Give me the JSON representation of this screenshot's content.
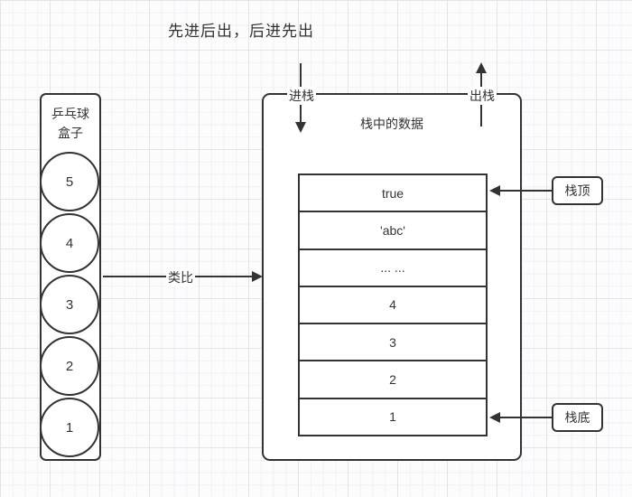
{
  "title": "先进后出，后进先出",
  "left_box": {
    "label_line1": "乒乓球",
    "label_line2": "盒子",
    "balls": [
      "5",
      "4",
      "3",
      "2",
      "1"
    ]
  },
  "analogy_arrow": {
    "label": "类比"
  },
  "stack_box": {
    "title": "栈中的数据",
    "push_label": "进栈",
    "pop_label": "出栈",
    "rows": [
      "true",
      "'abc'",
      "... ...",
      "4",
      "3",
      "2",
      "1"
    ]
  },
  "annotations": {
    "top_label": "栈顶",
    "bottom_label": "栈底"
  },
  "colors": {
    "stroke": "#333333",
    "grid_minor": "#f1f1f4",
    "grid_major": "#e4e4e7",
    "background": "#fcfcfc"
  }
}
